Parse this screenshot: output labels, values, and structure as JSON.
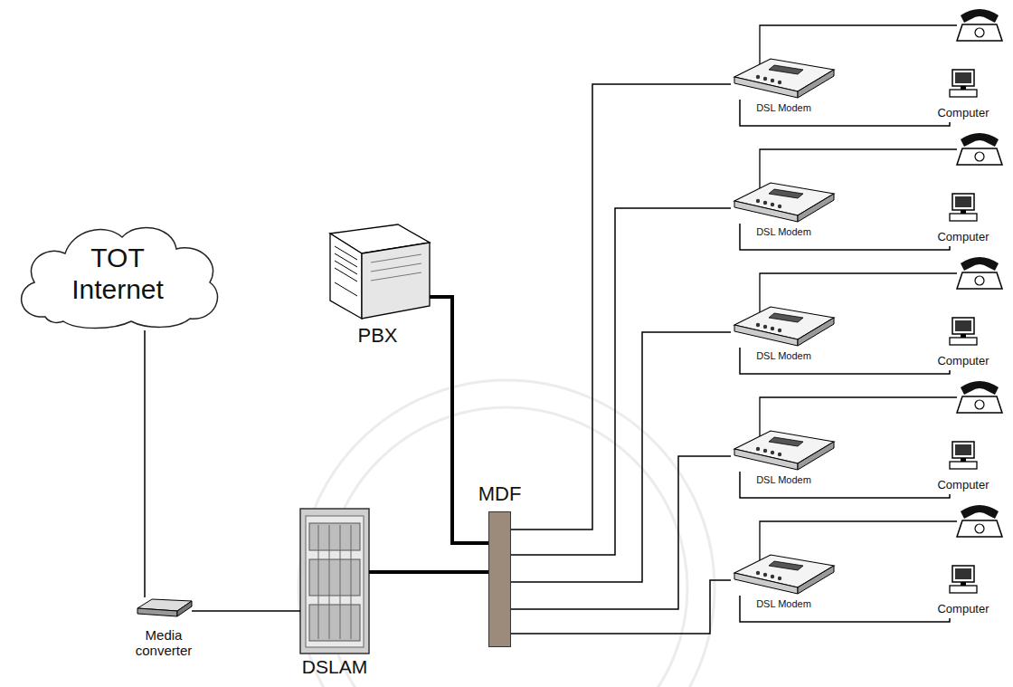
{
  "diagram": {
    "nodes": [
      {
        "text": [
          "TOT Internet"
        ]
      },
      {
        "text": [
          "PBX"
        ]
      },
      {
        "text": [
          "MDF"
        ]
      },
      {
        "text": [
          "Media converter"
        ]
      },
      {
        "text": [
          "DSLAM"
        ]
      },
      {
        "text": [
          "DSL Modem"
        ]
      },
      {
        "text": [
          "Computer"
        ]
      },
      {
        "text": [
          "DSL Modem"
        ]
      },
      {
        "text": [
          "Computer"
        ]
      },
      {
        "text": [
          "DSL Modem"
        ]
      },
      {
        "text": [
          "Computer"
        ]
      },
      {
        "text": [
          "DSL Modem"
        ]
      },
      {
        "text": [
          "Computer"
        ]
      },
      {
        "text": [
          "DSL Modem"
        ]
      },
      {
        "text": [
          "Computer"
        ]
      }
    ],
    "edges": [
      {
        "from": 0,
        "to": 3,
        "arrow": "none"
      },
      {
        "from": 3,
        "to": 4,
        "arrow": "none"
      },
      {
        "from": 4,
        "to": 2,
        "arrow": "none"
      },
      {
        "from": 1,
        "to": 2,
        "arrow": "none"
      },
      {
        "from": 2,
        "to": 5,
        "arrow": "none"
      },
      {
        "from": 2,
        "to": 7,
        "arrow": "none"
      },
      {
        "from": 2,
        "to": 9,
        "arrow": "none"
      },
      {
        "from": 2,
        "to": 11,
        "arrow": "none"
      },
      {
        "from": 2,
        "to": 13,
        "arrow": "none"
      },
      {
        "from": 5,
        "to": 6,
        "arrow": "none"
      },
      {
        "from": 7,
        "to": 8,
        "arrow": "none"
      },
      {
        "from": 9,
        "to": 10,
        "arrow": "none"
      },
      {
        "from": 11,
        "to": 12,
        "arrow": "none"
      },
      {
        "from": 13,
        "to": 14,
        "arrow": "none"
      }
    ]
  }
}
